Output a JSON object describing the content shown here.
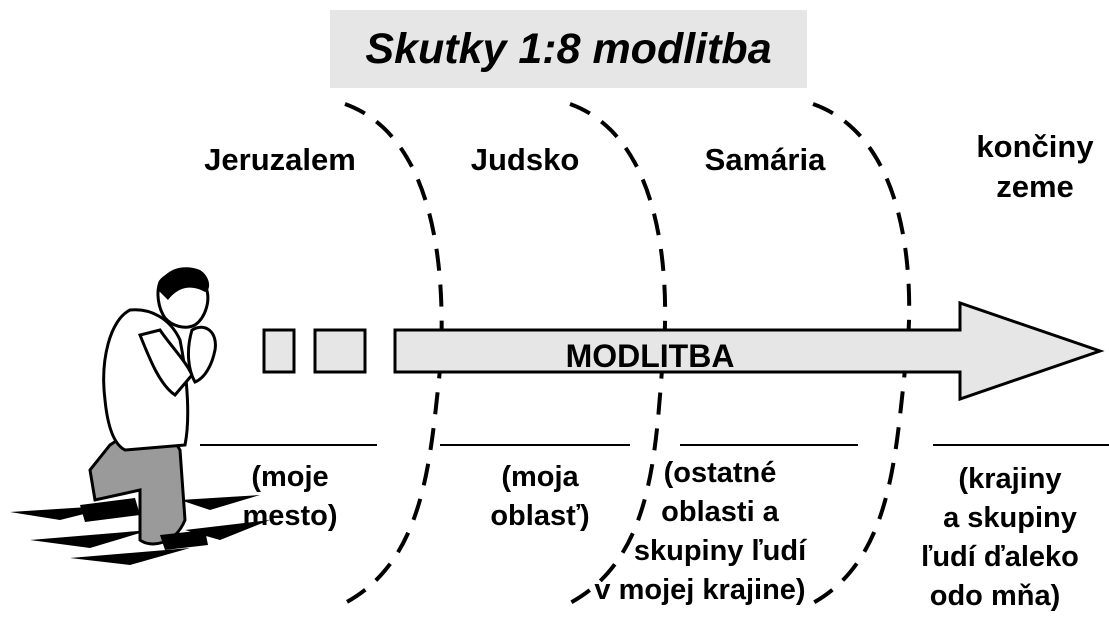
{
  "title": "Skutky 1:8 modlitba",
  "arrow_label": "MODLITBA",
  "regions": [
    {
      "name": "Jeruzalem",
      "description": [
        "(moje",
        "mesto)"
      ]
    },
    {
      "name": "Judsko",
      "description": [
        "(moja",
        "oblasť)"
      ]
    },
    {
      "name": "Samária",
      "description": [
        "(ostatné",
        "oblasti a",
        "skupiny ľudí",
        "v mojej krajine)"
      ]
    },
    {
      "name_lines": [
        "končiny",
        "zeme"
      ],
      "description": [
        "(krajiny",
        "a skupiny",
        "ľudí ďaleko",
        "odo mňa)"
      ]
    }
  ],
  "colors": {
    "title_bg": "#e6e6e6",
    "arrow_fill": "#e6e6e6",
    "ink": "#000000"
  },
  "icons": [
    "praying-man-figure"
  ]
}
